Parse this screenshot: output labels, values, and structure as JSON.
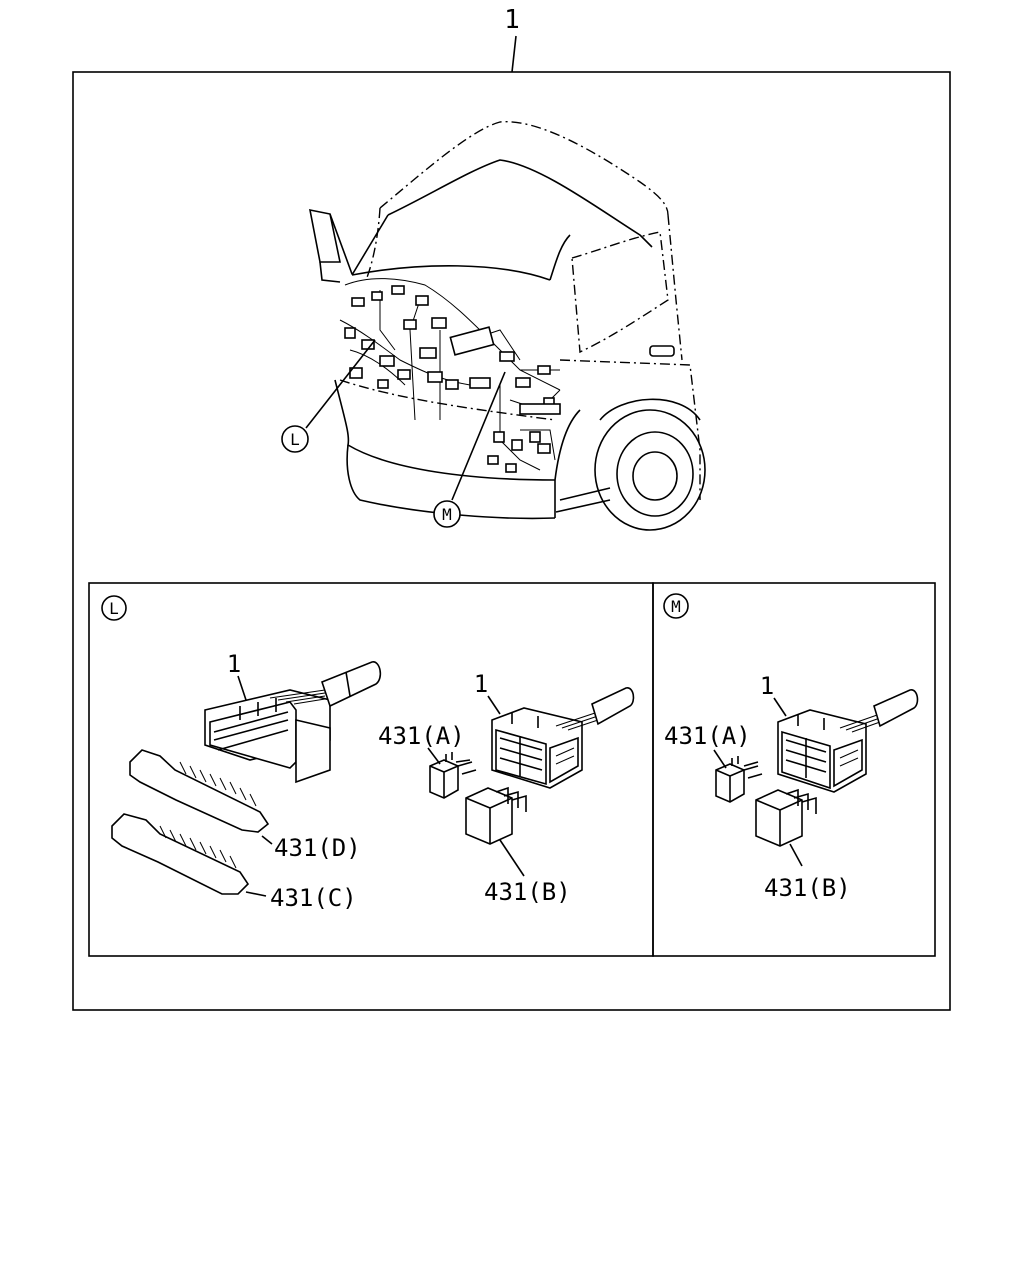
{
  "callouts": {
    "top": "1",
    "view_L": "L",
    "view_M": "M"
  },
  "panel_L": {
    "marker": "L",
    "connector": "1",
    "part_A": "431(A)",
    "part_B": "431(B)",
    "part_C": "431(C)",
    "part_D": "431(D)"
  },
  "panel_M": {
    "marker": "M",
    "connector": "1",
    "part_A": "431(A)",
    "part_B": "431(B)"
  }
}
